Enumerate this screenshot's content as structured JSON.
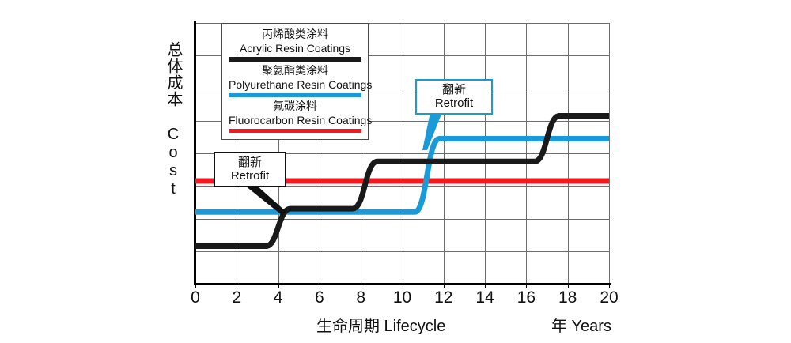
{
  "chart_data": {
    "type": "line",
    "title": "",
    "xlabel": "生命周期  Lifecycle",
    "xunit": "年 Years",
    "ylabel": "总体成本 Cost",
    "xlim": [
      0,
      20
    ],
    "ylim": [
      0,
      8
    ],
    "xticks": [
      "0",
      "2",
      "4",
      "6",
      "8",
      "10",
      "12",
      "14",
      "16",
      "18",
      "20"
    ],
    "yticks": [],
    "grid": true,
    "legend_position": "top-left-inside",
    "series": [
      {
        "name": "Acrylic Resin Coatings",
        "name_cn": "丙烯酸类涂料",
        "color": "#1a1a1a",
        "style": "step-smooth",
        "points": [
          {
            "x": 0,
            "y": 1.15
          },
          {
            "x": 3.4,
            "y": 1.15
          },
          {
            "x": 4.6,
            "y": 2.3
          },
          {
            "x": 7.6,
            "y": 2.3
          },
          {
            "x": 8.8,
            "y": 3.75
          },
          {
            "x": 16.4,
            "y": 3.75
          },
          {
            "x": 17.6,
            "y": 5.15
          },
          {
            "x": 20,
            "y": 5.15
          }
        ]
      },
      {
        "name": "Polyurethane Resin Coatings",
        "name_cn": "聚氨酯类涂料",
        "color": "#1b9ad8",
        "style": "step-smooth",
        "points": [
          {
            "x": 0,
            "y": 2.2
          },
          {
            "x": 10.6,
            "y": 2.2
          },
          {
            "x": 11.8,
            "y": 4.45
          },
          {
            "x": 20,
            "y": 4.45
          }
        ]
      },
      {
        "name": "Fluorocarbon Resin Coatings",
        "name_cn": "氟碳涂料",
        "color": "#ee1c22",
        "style": "flat",
        "points": [
          {
            "x": 0,
            "y": 3.15
          },
          {
            "x": 20,
            "y": 3.15
          }
        ]
      }
    ],
    "annotations": [
      {
        "id": "retrofit-acrylic",
        "label_cn": "翻新",
        "label_en": "Retrofit",
        "border_color": "#111111",
        "target": {
          "x": 4.0,
          "y": 2.2
        }
      },
      {
        "id": "retrofit-polyurethane",
        "label_cn": "翻新",
        "label_en": "Retrofit",
        "border_color": "#1b9ad8",
        "target": {
          "x": 11.2,
          "y": 3.3
        }
      }
    ]
  },
  "legend": {
    "entries": [
      {
        "cn": "丙烯酸类涂料",
        "en": "Acrylic Resin Coatings",
        "color": "#1a1a1a",
        "swatch_name": "legend-swatch-black"
      },
      {
        "cn": "聚氨酯类涂料",
        "en": "Polyurethane Resin Coatings",
        "color": "#1b9ad8",
        "swatch_name": "legend-swatch-blue"
      },
      {
        "cn": "氟碳涂料",
        "en": "Fluorocarbon Resin Coatings",
        "color": "#ee1c22",
        "swatch_name": "legend-swatch-red"
      }
    ]
  },
  "axes": {
    "y_title": "总体成本 Cost",
    "x_caption": "生命周期  Lifecycle",
    "x_unit": "年 Years",
    "x_tick_labels": [
      "0",
      "2",
      "4",
      "6",
      "8",
      "10",
      "12",
      "14",
      "16",
      "18",
      "20"
    ]
  },
  "callouts": [
    {
      "cn": "翻新",
      "en": "Retrofit"
    },
    {
      "cn": "翻新",
      "en": "Retrofit"
    }
  ],
  "colors": {
    "acrylic": "#1a1a1a",
    "polyurethane": "#1b9ad8",
    "fluorocarbon": "#ee1c22",
    "grid": "#6e6e6e",
    "axis": "#000000"
  }
}
